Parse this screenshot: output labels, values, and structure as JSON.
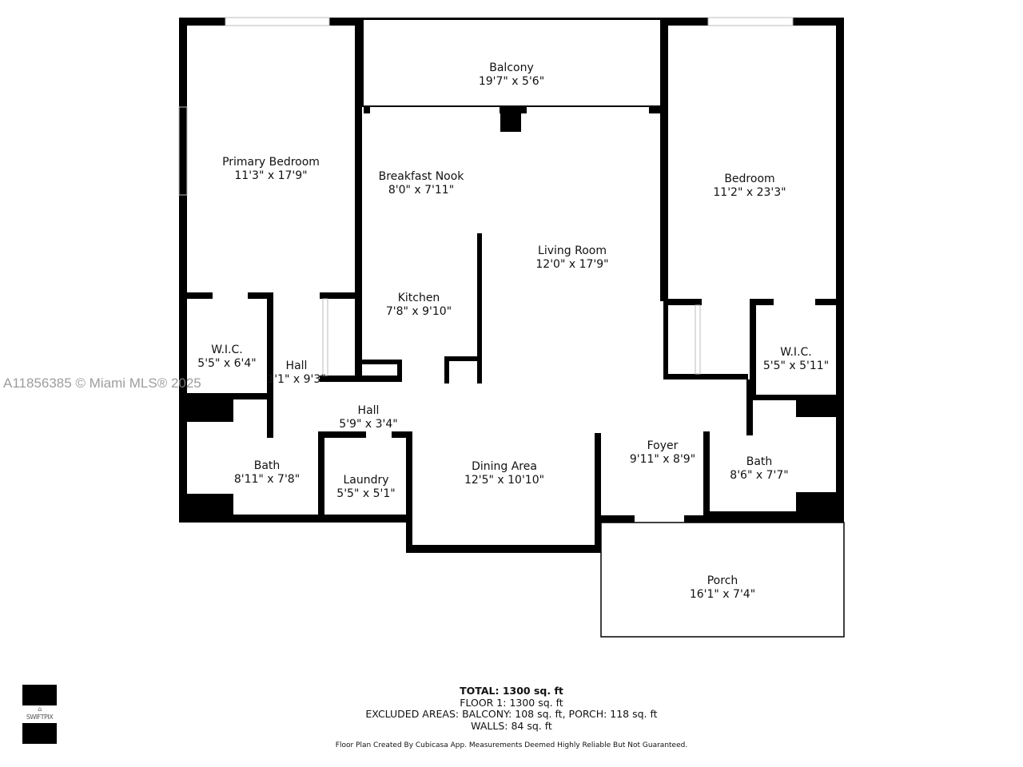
{
  "rooms": [
    {
      "name": "Balcony",
      "dims": "19'7\" x 5'6\""
    },
    {
      "name": "Primary Bedroom",
      "dims": "11'3\" x 17'9\""
    },
    {
      "name": "Breakfast Nook",
      "dims": "8'0\" x 7'11\""
    },
    {
      "name": "Bedroom",
      "dims": "11'2\" x 23'3\""
    },
    {
      "name": "Living Room",
      "dims": "12'0\" x 17'9\""
    },
    {
      "name": "Kitchen",
      "dims": "7'8\" x 9'10\""
    },
    {
      "name": "W.I.C.",
      "dims": "5'5\" x 6'4\""
    },
    {
      "name": "Hall",
      "dims": "1'1\" x 9'3\""
    },
    {
      "name": "W.I.C.",
      "dims": "5'5\" x 5'11\""
    },
    {
      "name": "Hall",
      "dims": "5'9\" x 3'4\""
    },
    {
      "name": "Foyer",
      "dims": "9'11\" x 8'9\""
    },
    {
      "name": "Bath",
      "dims": "8'11\" x 7'8\""
    },
    {
      "name": "Laundry",
      "dims": "5'5\" x 5'1\""
    },
    {
      "name": "Dining Area",
      "dims": "12'5\" x 10'10\""
    },
    {
      "name": "Bath",
      "dims": "8'6\" x 7'7\""
    },
    {
      "name": "Porch",
      "dims": "16'1\" x 7'4\""
    }
  ],
  "watermark": "A11856385 © Miami MLS® 2025",
  "totals": {
    "total": "TOTAL: 1300 sq. ft",
    "floor": "FLOOR 1: 1300 sq. ft",
    "excluded": "EXCLUDED AREAS: BALCONY: 108 sq. ft, PORCH: 118 sq. ft",
    "walls": "WALLS: 84 sq. ft"
  },
  "disclaimer": "Floor Plan Created By Cubicasa App. Measurements Deemed Highly Reliable But Not Guaranteed.",
  "logo": "SWIFTPIX",
  "colors": {
    "wall": "#000000",
    "background": "#ffffff"
  }
}
